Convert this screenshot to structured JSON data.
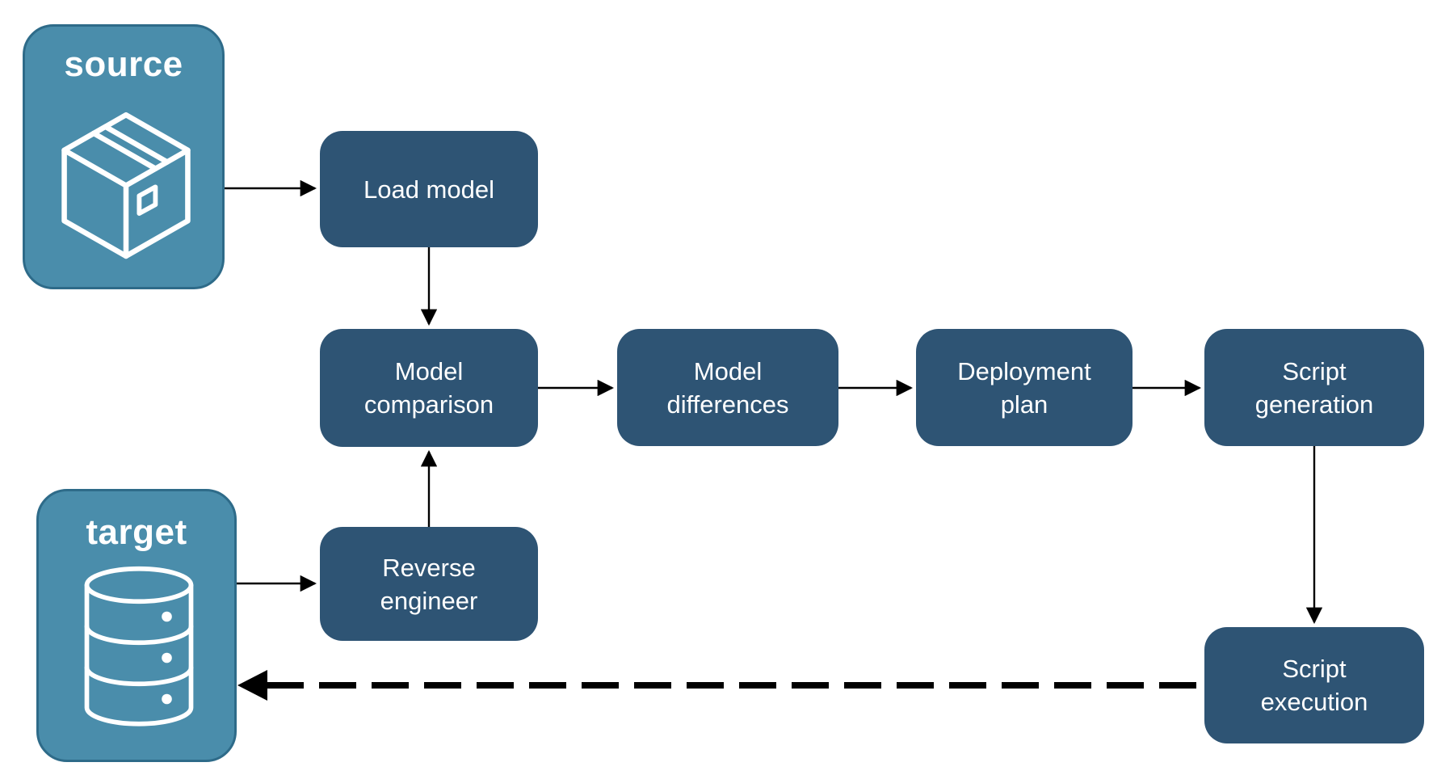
{
  "diagram": {
    "colors": {
      "group_fill": "#4A8DAB",
      "group_border": "#2E6B89",
      "node_fill": "#2E5474",
      "label_text": "#FFFFFF",
      "arrow": "#000000",
      "background": "#FFFFFF"
    },
    "groups": {
      "source": {
        "label": "source",
        "icon": "package-icon"
      },
      "target": {
        "label": "target",
        "icon": "database-icon"
      }
    },
    "nodes": {
      "load_model": {
        "label": "Load model"
      },
      "model_comparison": {
        "label": "Model comparison"
      },
      "model_differences": {
        "label": "Model differences"
      },
      "deployment_plan": {
        "label": "Deployment plan"
      },
      "script_generation": {
        "label": "Script generation"
      },
      "reverse_engineer": {
        "label": "Reverse engineer"
      },
      "script_execution": {
        "label": "Script execution"
      }
    },
    "edges": [
      {
        "from": "source",
        "to": "load_model",
        "style": "solid"
      },
      {
        "from": "load_model",
        "to": "model_comparison",
        "style": "solid"
      },
      {
        "from": "model_comparison",
        "to": "model_differences",
        "style": "solid"
      },
      {
        "from": "model_differences",
        "to": "deployment_plan",
        "style": "solid"
      },
      {
        "from": "deployment_plan",
        "to": "script_generation",
        "style": "solid"
      },
      {
        "from": "script_generation",
        "to": "script_execution",
        "style": "solid"
      },
      {
        "from": "target",
        "to": "reverse_engineer",
        "style": "solid"
      },
      {
        "from": "reverse_engineer",
        "to": "model_comparison",
        "style": "solid"
      },
      {
        "from": "script_execution",
        "to": "target",
        "style": "dashed"
      }
    ]
  }
}
